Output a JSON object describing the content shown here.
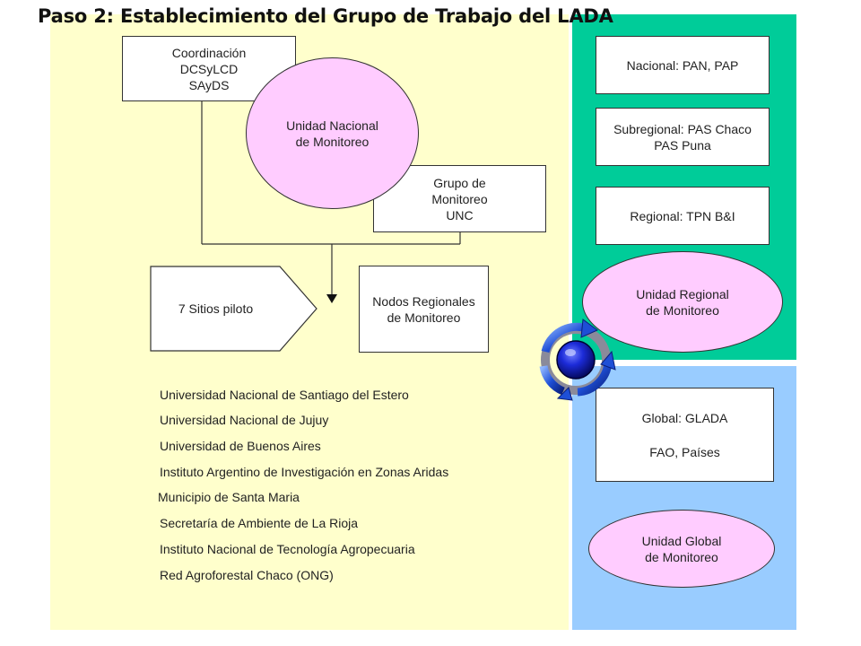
{
  "title": "Paso 2: Establecimiento del Grupo de Trabajo del LADA",
  "colors": {
    "yellow_panel": "#ffffcc",
    "green_panel": "#00cc99",
    "blue_panel": "#99ccff",
    "ellipse_fill": "#ffccff",
    "box_fill": "#ffffff"
  },
  "national": {
    "coordinacion": "Coordinación\nDCSyLCD\nSAyDS",
    "unidad_nacional": "Unidad Nacional\nde Monitoreo",
    "grupo_monitoreo": "Grupo de\nMonitoreo\nUNC",
    "sitios_piloto": "7 Sitios piloto",
    "nodos_regionales": "Nodos Regionales\nde Monitoreo"
  },
  "institutions": [
    "Universidad Nacional de Santiago del Estero",
    "Universidad Nacional de Jujuy",
    "Universidad de Buenos Aires",
    "Instituto Argentino de Investigación en Zonas Aridas",
    "Municipio de Santa Maria",
    "Secretaría de Ambiente de La Rioja",
    "Instituto Nacional de Tecnología Agropecuaria",
    "Red Agroforestal Chaco (ONG)"
  ],
  "regional": {
    "nacional": "Nacional: PAN, PAP",
    "subregional": "Subregional: PAS Chaco\nPAS Puna",
    "regional": "Regional: TPN B&I",
    "unidad_regional": "Unidad Regional\nde Monitoreo"
  },
  "global": {
    "global_box_line1": "Global: GLADA",
    "global_box_line2": "FAO, Países",
    "unidad_global": "Unidad Global\nde Monitoreo"
  },
  "icons": {
    "cycle": "recycle-globe-icon"
  }
}
